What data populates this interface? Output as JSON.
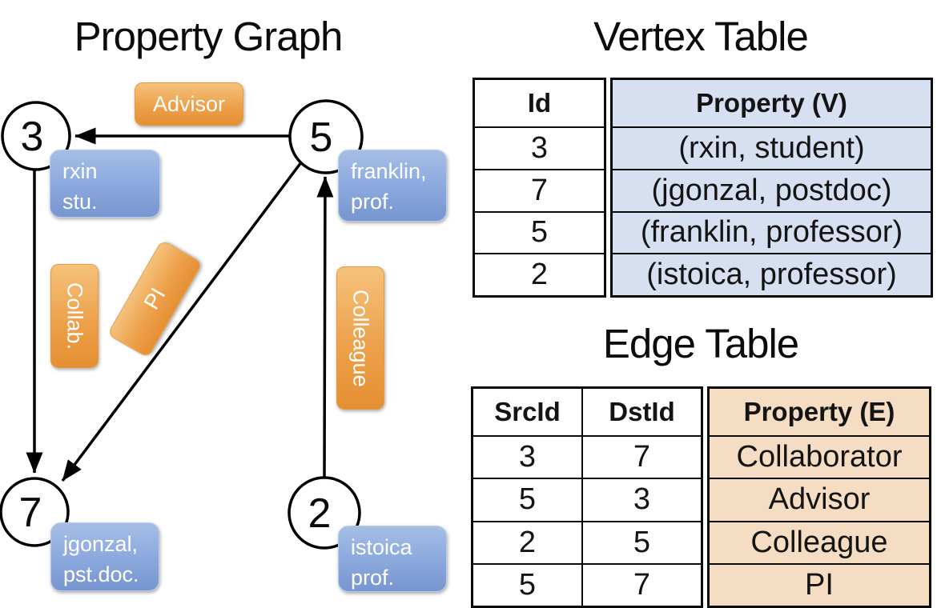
{
  "colors": {
    "edge_label_orange_top": "#f5c27c",
    "edge_label_orange_bottom": "#e58f33",
    "node_label_blue_top": "#a6bee5",
    "node_label_blue_bottom": "#7795cf",
    "vertex_property_cell_fill": "#d6e0f1",
    "edge_property_cell_fill": "#f4ddc2",
    "graph_line": "#000000"
  },
  "graph": {
    "title": "Property Graph",
    "vertices": [
      {
        "id": "3",
        "label": [
          "rxin",
          "stu."
        ]
      },
      {
        "id": "5",
        "label": [
          "franklin,",
          "prof."
        ]
      },
      {
        "id": "7",
        "label": [
          "jgonzal,",
          "pst.doc."
        ]
      },
      {
        "id": "2",
        "label": [
          "istoica",
          "prof."
        ]
      }
    ],
    "edges": [
      {
        "label": "Advisor",
        "src": "5",
        "dst": "3"
      },
      {
        "label": "Collab.",
        "src": "3",
        "dst": "7"
      },
      {
        "label": "PI",
        "src": "5",
        "dst": "7"
      },
      {
        "label": "Colleague",
        "src": "2",
        "dst": "5"
      }
    ]
  },
  "vertex_table": {
    "title": "Vertex Table",
    "columns": {
      "id": "Id",
      "property": "Property (V)"
    },
    "rows": [
      {
        "id": "3",
        "property": "(rxin, student)"
      },
      {
        "id": "7",
        "property": "(jgonzal, postdoc)"
      },
      {
        "id": "5",
        "property": "(franklin, professor)"
      },
      {
        "id": "2",
        "property": "(istoica, professor)"
      }
    ]
  },
  "edge_table": {
    "title": "Edge Table",
    "columns": {
      "src": "SrcId",
      "dst": "DstId",
      "property": "Property (E)"
    },
    "rows": [
      {
        "src": "3",
        "dst": "7",
        "property": "Collaborator"
      },
      {
        "src": "5",
        "dst": "3",
        "property": "Advisor"
      },
      {
        "src": "2",
        "dst": "5",
        "property": "Colleague"
      },
      {
        "src": "5",
        "dst": "7",
        "property": "PI"
      }
    ]
  }
}
